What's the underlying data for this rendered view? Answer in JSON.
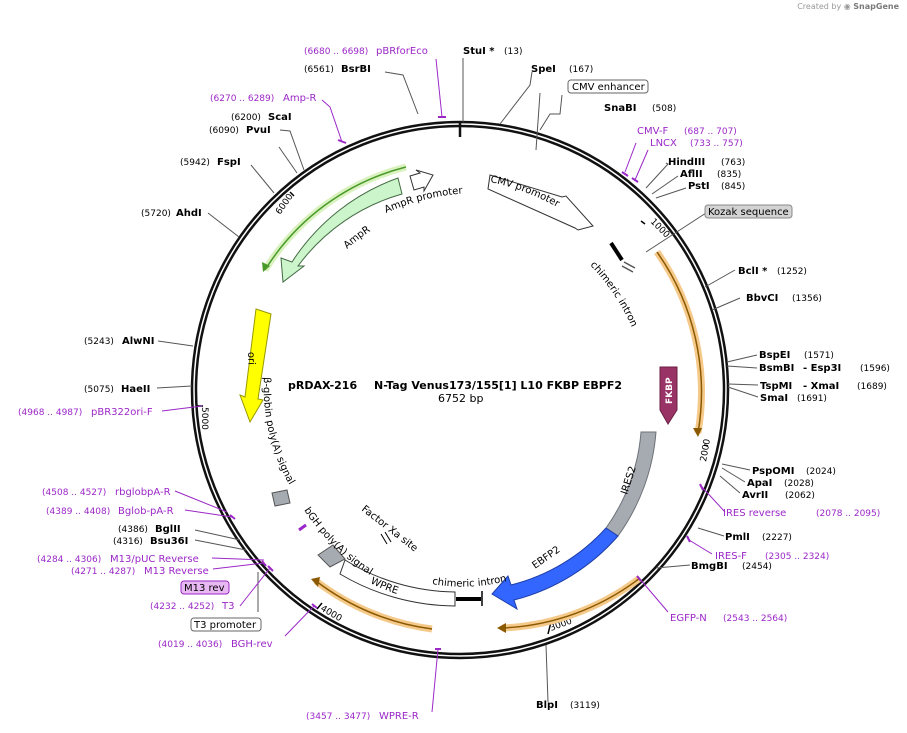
{
  "credit": {
    "created_by": "Created by",
    "brand": "SnapGene"
  },
  "title": {
    "name": "pRDAX-216",
    "description": "N-Tag Venus173/155[1] L10 FKBP EBPF2",
    "length": "6752 bp"
  },
  "ticks": [
    "1000",
    "2000",
    "3000",
    "4000",
    "5000",
    "6000"
  ],
  "sites": [
    {
      "name": "StuI *",
      "pos": "(13)"
    },
    {
      "name": "SpeI",
      "pos": "(167)"
    },
    {
      "name": "SnaBI",
      "pos": "(508)"
    },
    {
      "name": "HindIII",
      "pos": "(763)"
    },
    {
      "name": "AflII",
      "pos": "(835)"
    },
    {
      "name": "PstI",
      "pos": "(845)"
    },
    {
      "name": "BclI *",
      "pos": "(1252)"
    },
    {
      "name": "BbvCI",
      "pos": "(1356)"
    },
    {
      "name": "BspEI",
      "pos": "(1571)"
    },
    {
      "name": "BsmBI",
      "name2": "- Esp3I",
      "pos": "(1596)"
    },
    {
      "name": "TspMI",
      "name2": "- XmaI",
      "pos": "(1689)"
    },
    {
      "name": "SmaI",
      "pos": "(1691)"
    },
    {
      "name": "PspOMI",
      "pos": "(2024)"
    },
    {
      "name": "ApaI",
      "pos": "(2028)"
    },
    {
      "name": "AvrII",
      "pos": "(2062)"
    },
    {
      "name": "PmlI",
      "pos": "(2227)"
    },
    {
      "name": "BmgBI",
      "pos": "(2454)"
    },
    {
      "name": "BlpI",
      "pos": "(3119)"
    },
    {
      "name": "BglII",
      "pos": "(4386)"
    },
    {
      "name": "Bsu36I",
      "pos": "(4316)"
    },
    {
      "name": "HaeII",
      "pos": "(5075)"
    },
    {
      "name": "AlwNI",
      "pos": "(5243)"
    },
    {
      "name": "AhdI",
      "pos": "(5720)"
    },
    {
      "name": "FspI",
      "pos": "(5942)"
    },
    {
      "name": "PvuI",
      "pos": "(6090)"
    },
    {
      "name": "ScaI",
      "pos": "(6200)"
    },
    {
      "name": "BsrBI",
      "pos": "(6561)"
    }
  ],
  "primers": [
    {
      "name": "pBRforEco",
      "range": "(6680 .. 6698)"
    },
    {
      "name": "Amp-R",
      "range": "(6270 .. 6289)"
    },
    {
      "name": "CMV-F",
      "range": "(687 .. 707)"
    },
    {
      "name": "LNCX",
      "range": "(733 .. 757)"
    },
    {
      "name": "IRES reverse",
      "range": "(2078 .. 2095)"
    },
    {
      "name": "IRES-F",
      "range": "(2305 .. 2324)"
    },
    {
      "name": "EGFP-N",
      "range": "(2543 .. 2564)"
    },
    {
      "name": "WPRE-R",
      "range": "(3457 .. 3477)"
    },
    {
      "name": "BGH-rev",
      "range": "(4019 .. 4036)"
    },
    {
      "name": "T3",
      "range": "(4232 .. 4252)"
    },
    {
      "name": "M13 Reverse",
      "range": "(4271 .. 4287)"
    },
    {
      "name": "M13/pUC Reverse",
      "range": "(4284 .. 4306)"
    },
    {
      "name": "Bglob-pA-R",
      "range": "(4389 .. 4408)"
    },
    {
      "name": "rbglobpA-R",
      "range": "(4508 .. 4527)"
    },
    {
      "name": "pBR322ori-F",
      "range": "(4968 .. 4987)"
    }
  ],
  "boxed_labels": {
    "cmv_enhancer": "CMV enhancer",
    "kozak": "Kozak sequence",
    "m13_rev": "M13 rev",
    "t3_promoter": "T3 promoter"
  },
  "features": {
    "cmv_promoter": "CMV promoter",
    "chimeric_intron_1": "chimeric intron",
    "fkbp": "FKBP",
    "ires2": "IRES2",
    "ebfp2": "EBFP2",
    "chimeric_intron_2": "chimeric intron",
    "wpre": "WPRE",
    "factor_xa": "Factor Xa site",
    "bgh_polya": "bGH poly(A) signal",
    "beta_globin": "β-globin poly(A) signal",
    "ori": "ori",
    "ampr": "AmpR",
    "ampr_promoter": "AmpR promoter"
  },
  "colors": {
    "backbone": "#111111",
    "primer": "#9b27c7",
    "ampr": "#ccf5cc",
    "ampr_orf": "#4a9a2a",
    "ori": "#ffff00",
    "fkbp": "#993366",
    "ires": "#a6abb2",
    "ebfp2": "#3366ff",
    "orf_highlight": "#f5c98a",
    "orf_line": "#8b5a00"
  }
}
